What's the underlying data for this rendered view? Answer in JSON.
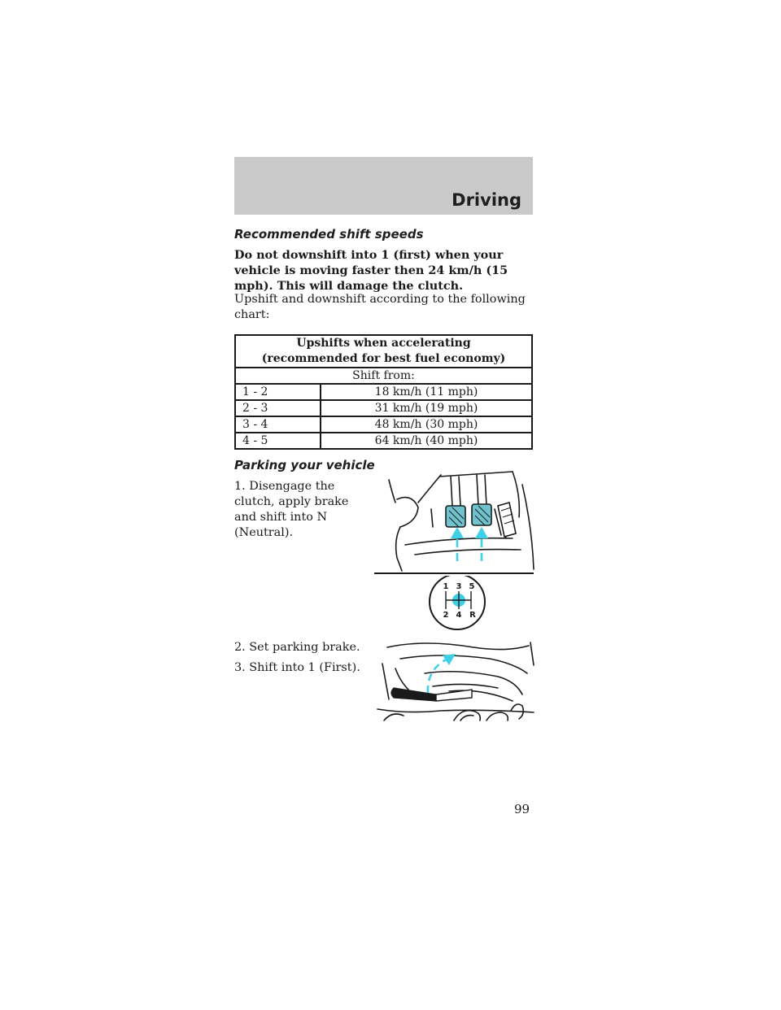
{
  "header": {
    "section_title": "Driving"
  },
  "shift_section": {
    "heading": "Recommended shift speeds",
    "warning": "Do not downshift into 1 (first) when your vehicle is moving faster then 24 km/h (15 mph). This will damage the clutch.",
    "intro": "Upshift and downshift according to the following chart:"
  },
  "shift_table": {
    "title_line1": "Upshifts when accelerating",
    "title_line2": "(recommended for best fuel economy)",
    "subheader": "Shift from:",
    "rows": [
      {
        "gear": "1 - 2",
        "speed": "18 km/h (11 mph)"
      },
      {
        "gear": "2 - 3",
        "speed": "31 km/h (19 mph)"
      },
      {
        "gear": "3 - 4",
        "speed": "48 km/h (30 mph)"
      },
      {
        "gear": "4 - 5",
        "speed": "64 km/h (40 mph)"
      }
    ]
  },
  "parking_section": {
    "heading": "Parking your vehicle",
    "step1": "1. Disengage the clutch, apply brake and shift into N (Neutral).",
    "step2": "2. Set parking brake.",
    "step3": "3. Shift into 1 (First)."
  },
  "gear_pattern": {
    "top_labels": [
      "1",
      "3",
      "5"
    ],
    "bottom_labels": [
      "2",
      "4",
      "R"
    ]
  },
  "colors": {
    "header_band": "#c9c9c9",
    "highlight_arrow": "#3fd0e6",
    "pedal_fill": "#6fc3cf"
  },
  "page_number": "99"
}
